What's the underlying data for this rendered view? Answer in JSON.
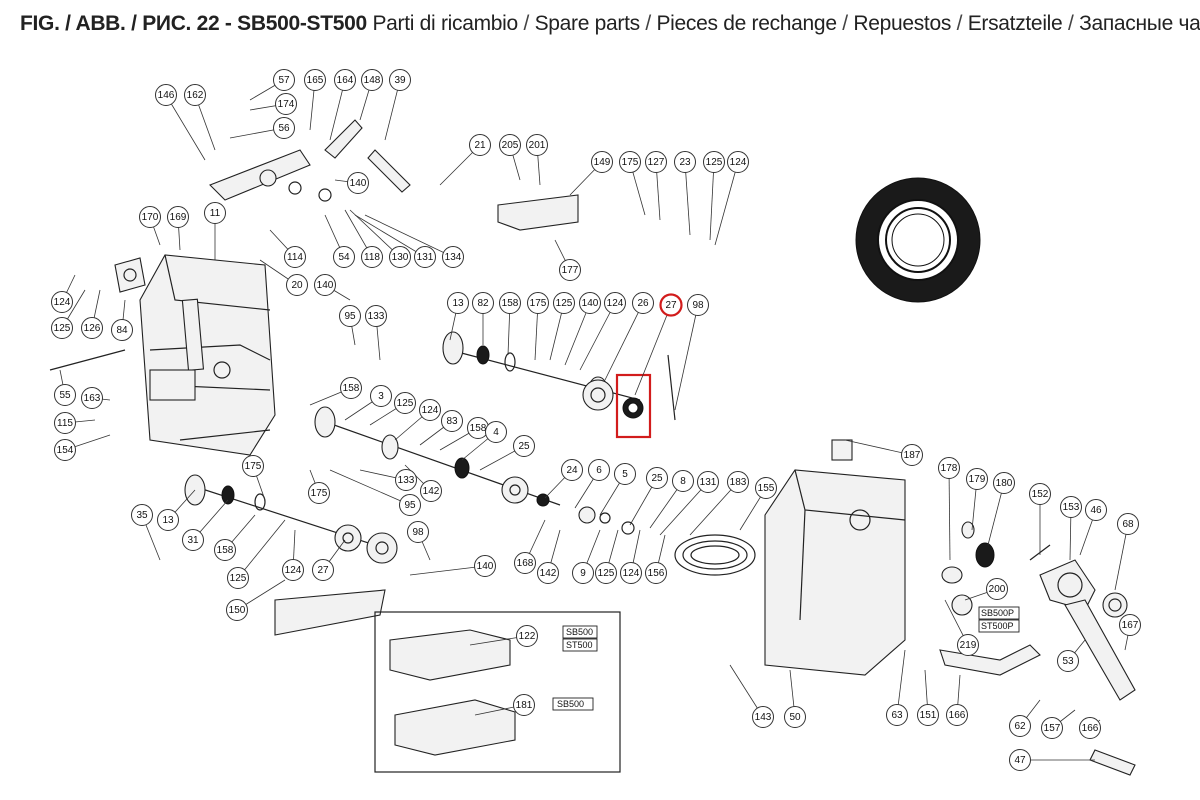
{
  "header": {
    "fig_label": "FIG. / ABB. / РИС. 22 - SB500-ST500",
    "languages": [
      "Parti di ricambio",
      "Spare parts",
      "Pieces de rechange",
      "Repuestos",
      "Ersatzteile",
      "Запасные части"
    ]
  },
  "highlight": {
    "callout": "27",
    "color": "#d21c1c"
  },
  "callouts": [
    "146",
    "162",
    "57",
    "174",
    "56",
    "165",
    "164",
    "148",
    "39",
    "140",
    "21",
    "205",
    "201",
    "149",
    "175",
    "127",
    "23",
    "125",
    "124",
    "170",
    "169",
    "11",
    "114",
    "54",
    "118",
    "130",
    "131",
    "134",
    "124",
    "125",
    "126",
    "84",
    "20",
    "140",
    "95",
    "133",
    "13",
    "82",
    "158",
    "175",
    "125",
    "140",
    "124",
    "26",
    "27",
    "98",
    "55",
    "163",
    "115",
    "154",
    "158",
    "3",
    "125",
    "124",
    "83",
    "158",
    "4",
    "25",
    "133",
    "95",
    "142",
    "175",
    "24",
    "6",
    "5",
    "25",
    "8",
    "131",
    "183",
    "155",
    "35",
    "13",
    "31",
    "158",
    "175",
    "125",
    "124",
    "27",
    "98",
    "140",
    "150",
    "168",
    "142",
    "9",
    "125",
    "124",
    "156",
    "187",
    "178",
    "179",
    "180",
    "152",
    "153",
    "46",
    "68",
    "200",
    "219",
    "167",
    "122",
    "181",
    "143",
    "50",
    "63",
    "151",
    "166",
    "53",
    "62",
    "157",
    "166",
    "47",
    "177"
  ],
  "inset_labels": [
    "SB500",
    "ST500",
    "SB500",
    "SB500P",
    "ST500P"
  ]
}
